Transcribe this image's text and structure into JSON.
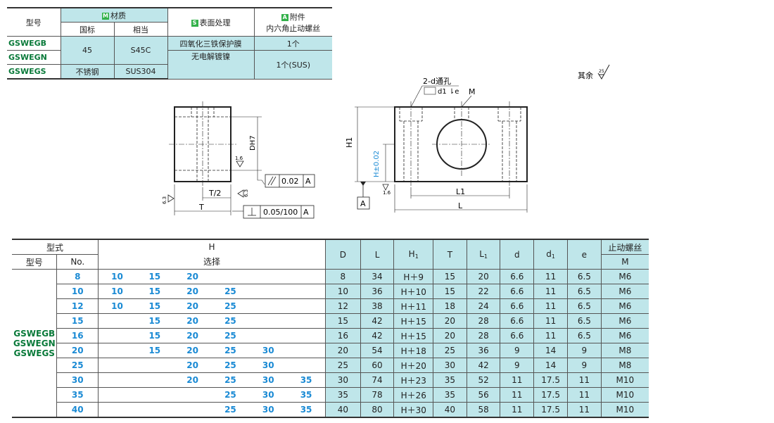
{
  "material_table": {
    "headers": {
      "model": "型号",
      "material_badge": "M",
      "material": "材质",
      "national": "国标",
      "equivalent": "相当",
      "surface_badge": "S",
      "surface": "表面处理",
      "accessory_badge": "A",
      "accessory": "附件",
      "accessory_sub": "内六角止动螺丝"
    },
    "rows": [
      {
        "code": "GSWEGB",
        "national": "45",
        "equivalent": "S45C",
        "surface": "四氧化三铁保护膜",
        "accessory": "1个"
      },
      {
        "code": "GSWEGN",
        "surface": "无电解镀镍",
        "accessory": "1个(SUS)"
      },
      {
        "code": "GSWEGS",
        "national": "不锈钢",
        "equivalent": "SUS304",
        "surface": "–"
      }
    ]
  },
  "roughness_note": "其余",
  "roughness_value": "25",
  "drawing": {
    "hole_note": "2-d通孔",
    "hole_sub": "d1 ⇂e",
    "m_label": "M",
    "dh7": "DH7",
    "t_half": "T/2",
    "t": "T",
    "h1": "H1",
    "h_tol": "H±0.02",
    "l1": "L1",
    "l": "L",
    "datum": "A",
    "parallel_tol": "0.02",
    "perp_tol": "0.05/100",
    "r16a": "1.6",
    "r63a": "6.3",
    "r63b": "6.3",
    "r16b": "1.6"
  },
  "dim_table": {
    "headers": {
      "type": "型式",
      "model": "型号",
      "no": "No.",
      "h": "H",
      "select": "选择",
      "D": "D",
      "L": "L",
      "H1": "H",
      "H1_sub": "1",
      "T": "T",
      "L1": "L",
      "L1_sub": "1",
      "d": "d",
      "d1": "d",
      "d1_sub": "1",
      "e": "e",
      "screw": "止动螺丝",
      "M": "M"
    },
    "models": [
      "GSWEGB",
      "GSWEGN",
      "GSWEGS"
    ],
    "rows": [
      {
        "no": "8",
        "h": [
          "10",
          "15",
          "20",
          "",
          "",
          ""
        ],
        "D": "8",
        "L": "34",
        "H1": "H＋9",
        "T": "15",
        "L1": "20",
        "d": "6.6",
        "d1": "11",
        "e": "6.5",
        "M": "M6"
      },
      {
        "no": "10",
        "h": [
          "10",
          "15",
          "20",
          "25",
          "",
          ""
        ],
        "D": "10",
        "L": "36",
        "H1": "H＋10",
        "T": "15",
        "L1": "22",
        "d": "6.6",
        "d1": "11",
        "e": "6.5",
        "M": "M6"
      },
      {
        "no": "12",
        "h": [
          "10",
          "15",
          "20",
          "25",
          "",
          ""
        ],
        "D": "12",
        "L": "38",
        "H1": "H＋11",
        "T": "18",
        "L1": "24",
        "d": "6.6",
        "d1": "11",
        "e": "6.5",
        "M": "M6"
      },
      {
        "no": "15",
        "h": [
          "",
          "15",
          "20",
          "25",
          "",
          ""
        ],
        "D": "15",
        "L": "42",
        "H1": "H＋15",
        "T": "20",
        "L1": "28",
        "d": "6.6",
        "d1": "11",
        "e": "6.5",
        "M": "M6"
      },
      {
        "no": "16",
        "h": [
          "",
          "15",
          "20",
          "25",
          "",
          ""
        ],
        "D": "16",
        "L": "42",
        "H1": "H＋15",
        "T": "20",
        "L1": "28",
        "d": "6.6",
        "d1": "11",
        "e": "6.5",
        "M": "M6"
      },
      {
        "no": "20",
        "h": [
          "",
          "15",
          "20",
          "25",
          "30",
          ""
        ],
        "D": "20",
        "L": "54",
        "H1": "H＋18",
        "T": "25",
        "L1": "36",
        "d": "9",
        "d1": "14",
        "e": "9",
        "M": "M8"
      },
      {
        "no": "25",
        "h": [
          "",
          "",
          "20",
          "25",
          "30",
          ""
        ],
        "D": "25",
        "L": "60",
        "H1": "H＋20",
        "T": "30",
        "L1": "42",
        "d": "9",
        "d1": "14",
        "e": "9",
        "M": "M8"
      },
      {
        "no": "30",
        "h": [
          "",
          "",
          "20",
          "25",
          "30",
          "35"
        ],
        "D": "30",
        "L": "74",
        "H1": "H＋23",
        "T": "35",
        "L1": "52",
        "d": "11",
        "d1": "17.5",
        "e": "11",
        "M": "M10"
      },
      {
        "no": "35",
        "h": [
          "",
          "",
          "",
          "25",
          "30",
          "35"
        ],
        "D": "35",
        "L": "78",
        "H1": "H＋26",
        "T": "35",
        "L1": "56",
        "d": "11",
        "d1": "17.5",
        "e": "11",
        "M": "M10"
      },
      {
        "no": "40",
        "h": [
          "",
          "",
          "",
          "25",
          "30",
          "35"
        ],
        "D": "40",
        "L": "80",
        "H1": "H＋30",
        "T": "40",
        "L1": "58",
        "d": "11",
        "d1": "17.5",
        "e": "11",
        "M": "M10"
      }
    ]
  }
}
